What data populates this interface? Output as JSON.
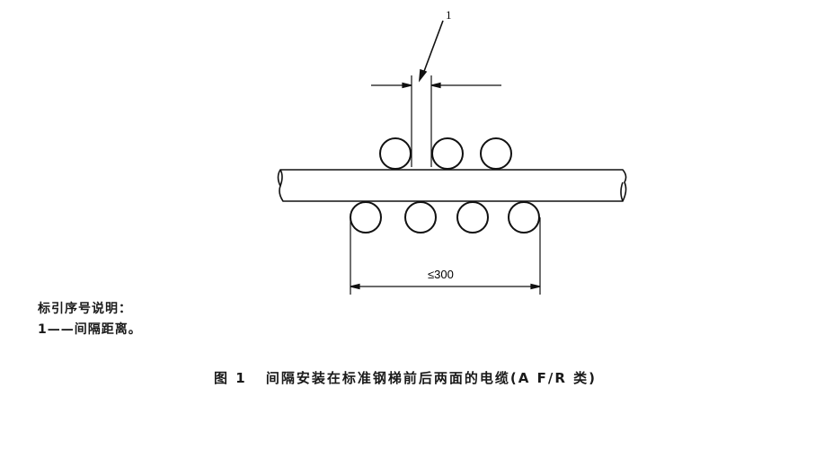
{
  "figure": {
    "callout_label": "1",
    "dimension_label": "≤300",
    "top_cables_count": 3,
    "bottom_cables_count": 4
  },
  "legend": {
    "title": "标引序号说明：",
    "items": [
      {
        "number": "1",
        "separator": "——",
        "text": "间隔距离。"
      }
    ]
  },
  "caption": {
    "figure_number": "图 1",
    "title": "间隔安装在标准钢梯前后两面的电缆(A F/R 类)"
  }
}
